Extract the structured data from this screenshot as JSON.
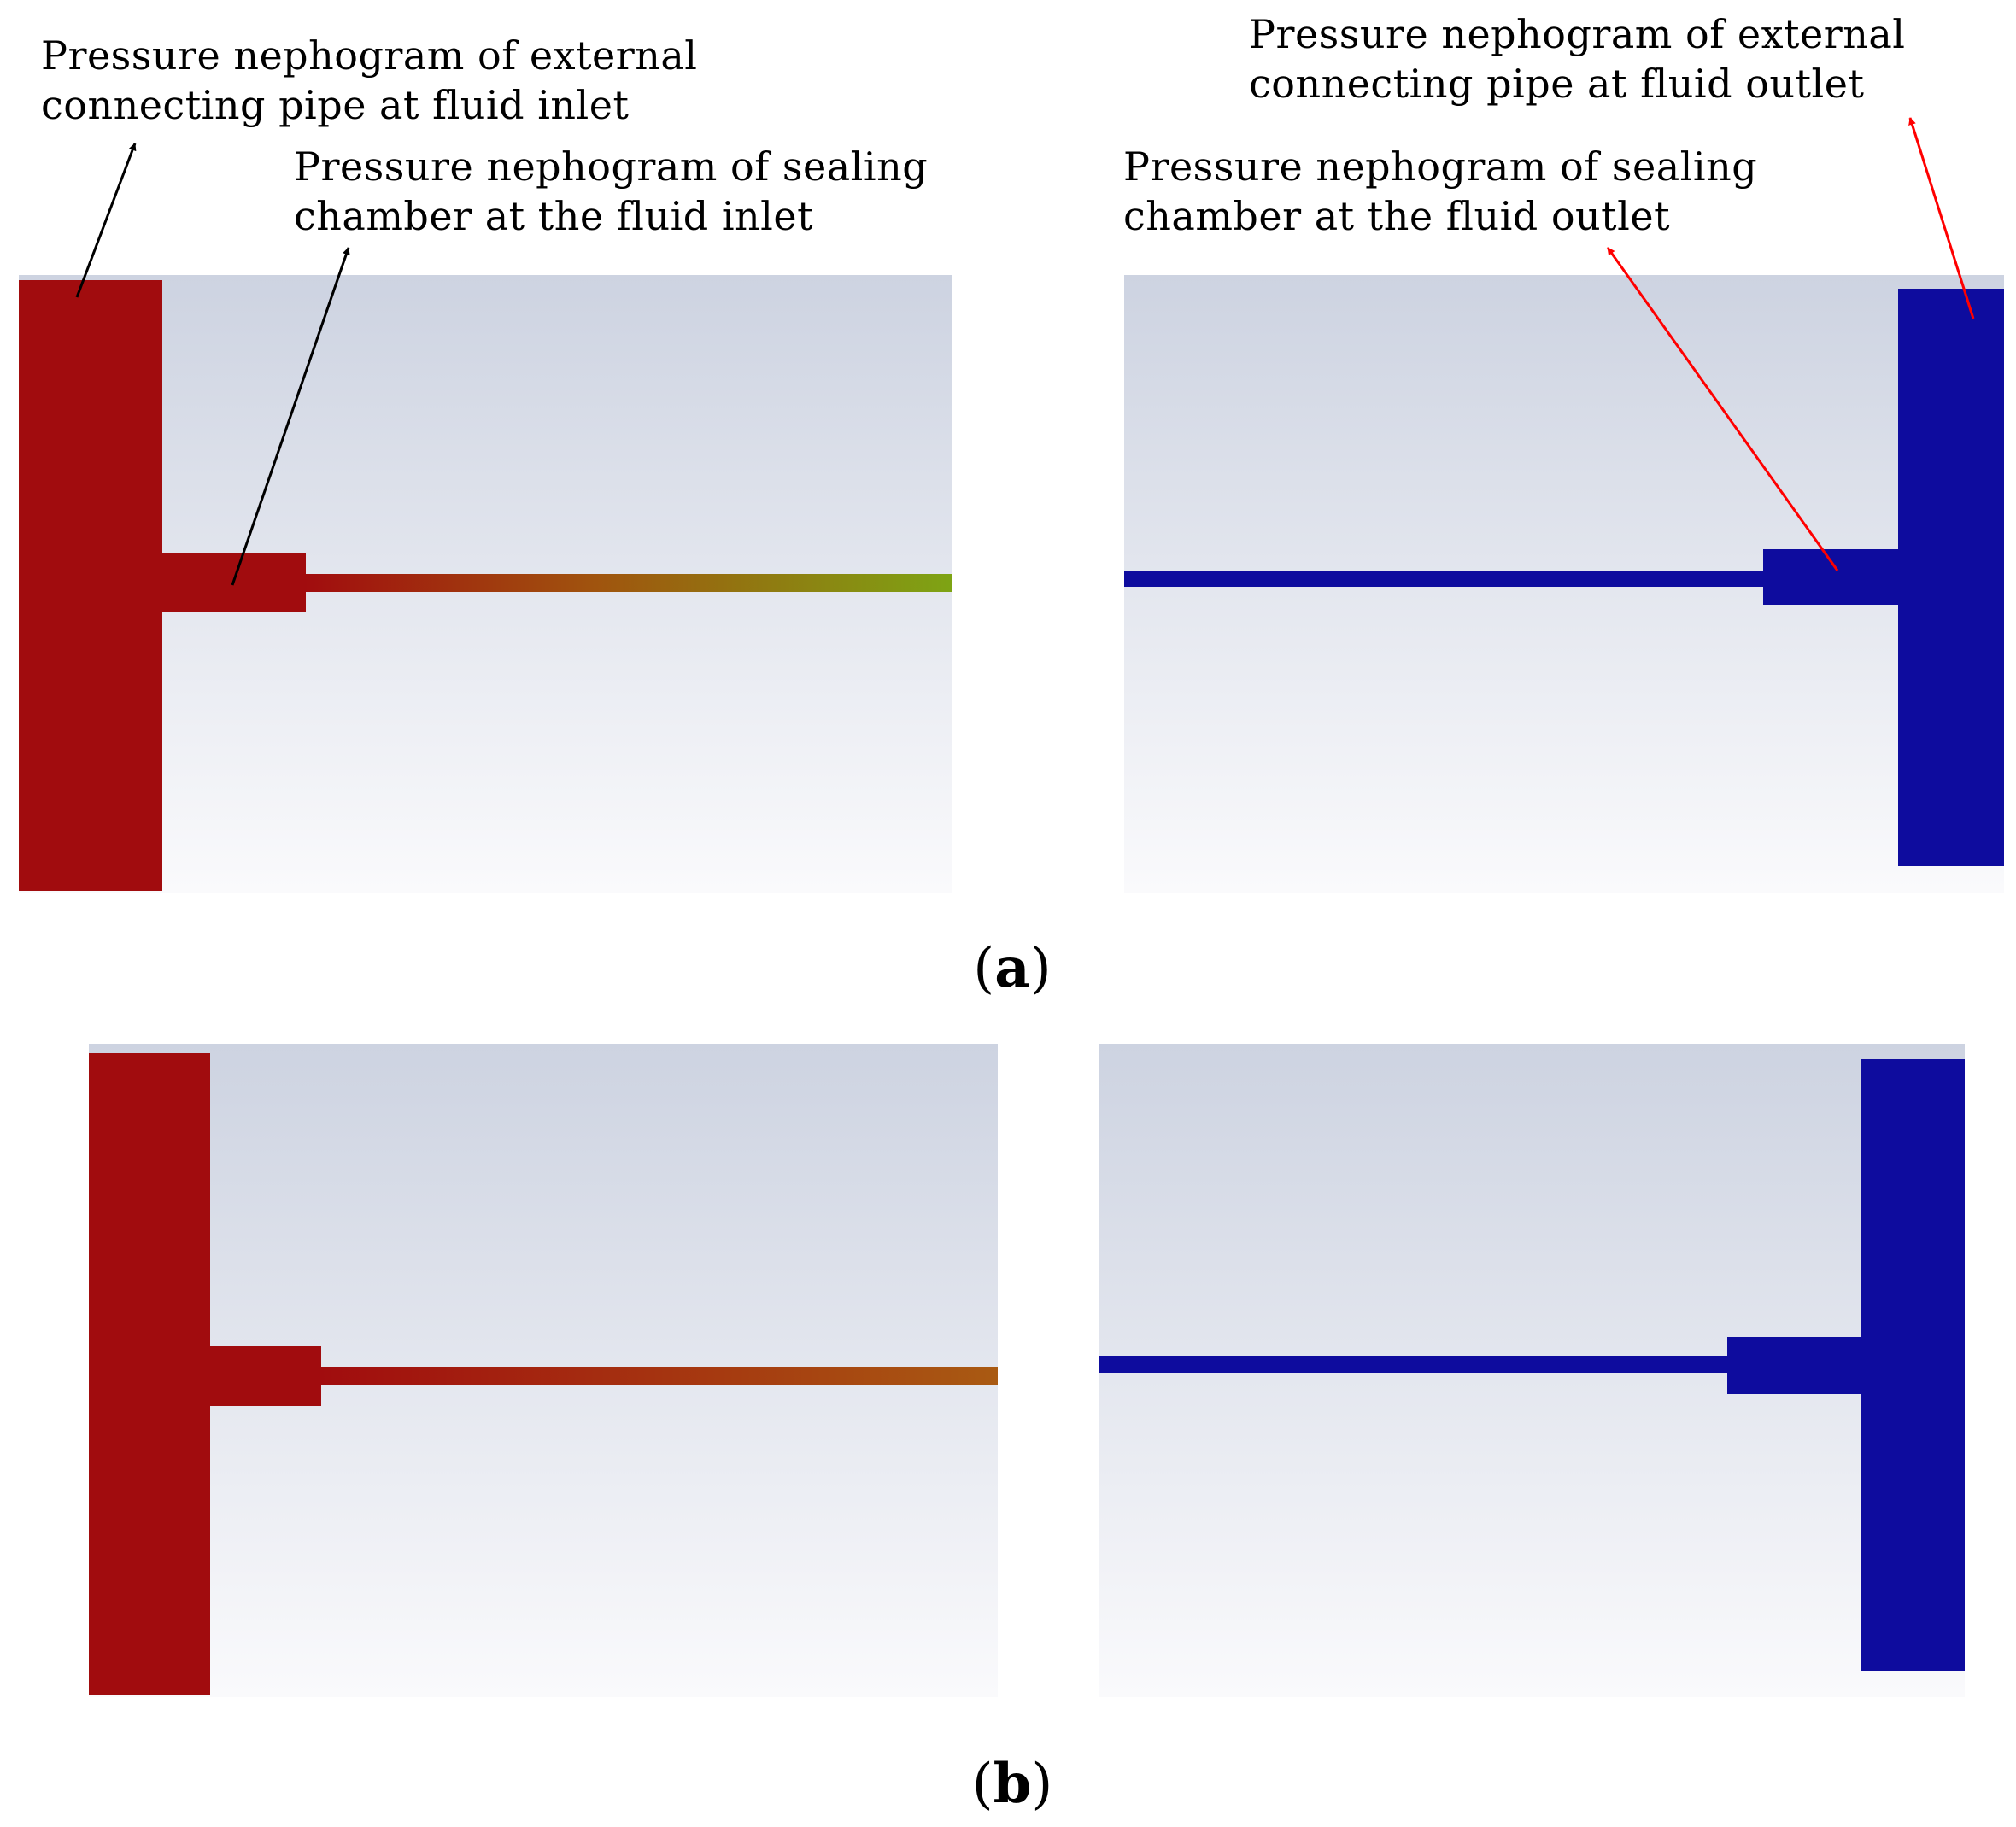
{
  "annotations": {
    "inlet_pipe": [
      "Pressure nephogram of external",
      "connecting pipe at fluid inlet"
    ],
    "inlet_chamber": [
      "Pressure nephogram of sealing",
      "chamber at the fluid inlet"
    ],
    "outlet_chamber": [
      "Pressure nephogram of sealing",
      "chamber at the fluid outlet"
    ],
    "outlet_pipe": [
      "Pressure nephogram of external",
      "connecting pipe at fluid outlet"
    ]
  },
  "panels": {
    "a": {
      "open": "(",
      "letter": "a",
      "close": ")"
    },
    "b": {
      "open": "(",
      "letter": "b",
      "close": ")"
    }
  },
  "colors": {
    "background_top": "#cdd3e1",
    "background_bottom": "#fafafc",
    "high_pressure": "#a10c0e",
    "gradient_mid_a": "#a0540e",
    "gradient_end_a": "#7ea414",
    "gradient_end_b": "#a95a12",
    "low_pressure": "#0e0c9e",
    "arrow_inlet": "#000000",
    "arrow_outlet": "#ff0000"
  }
}
